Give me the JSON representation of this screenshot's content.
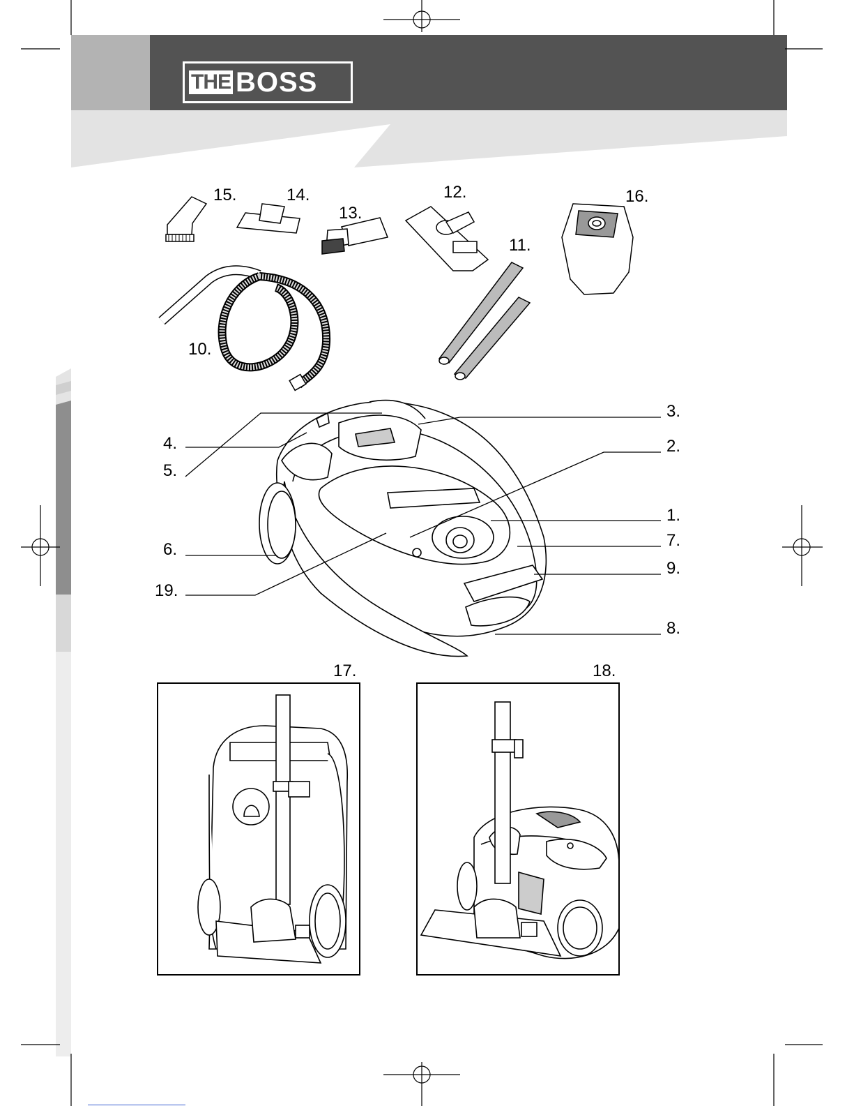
{
  "brand": {
    "the": "THE",
    "boss": "BOSS"
  },
  "colors": {
    "header_dark": "#535353",
    "header_light": "#b3b3b3",
    "band": "#e3e3e3",
    "side_tab": "#8e8e8e"
  },
  "labels": {
    "l1": "1.",
    "l2": "2.",
    "l3": "3.",
    "l4": "4.",
    "l5": "5.",
    "l6": "6.",
    "l7": "7.",
    "l8": "8.",
    "l9": "9.",
    "l10": "10.",
    "l11": "11.",
    "l12": "12.",
    "l13": "13.",
    "l14": "14.",
    "l15": "15.",
    "l16": "16.",
    "l17": "17.",
    "l18": "18.",
    "l19": "19."
  }
}
